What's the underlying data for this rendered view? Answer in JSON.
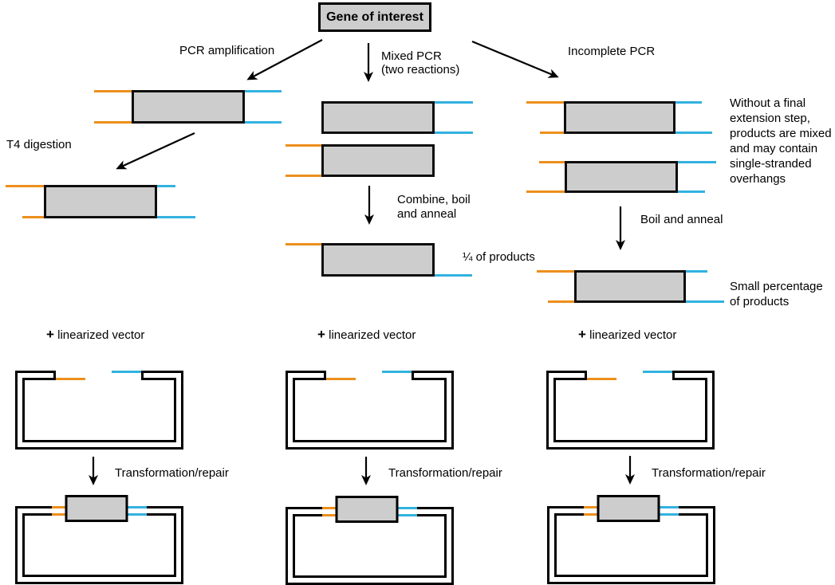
{
  "gene_box": {
    "label": "Gene of interest"
  },
  "colors": {
    "orange_overhang": "#ed8f1c",
    "blue_overhang": "#32b2e0",
    "fragment_fill": "#cdcdcd",
    "outline": "#000000"
  },
  "left": {
    "branch": "PCR amplification",
    "digestion": "T4 digestion",
    "plus": "+",
    "vector": "linearized vector",
    "transform": "Transformation/repair"
  },
  "middle": {
    "branch1": "Mixed PCR",
    "branch2": "(two reactions)",
    "combine1": "Combine, boil",
    "combine2": "and anneal",
    "products": "¼ of products",
    "plus": "+",
    "vector": "linearized vector",
    "transform": "Transformation/repair"
  },
  "right": {
    "branch": "Incomplete PCR",
    "note": "Without a final extension step, products are mixed and may contain single-stranded overhangs",
    "anneal": "Boil and anneal",
    "products1": "Small percentage",
    "products2": "of products",
    "plus": "+",
    "vector": "linearized vector",
    "transform": "Transformation/repair"
  }
}
